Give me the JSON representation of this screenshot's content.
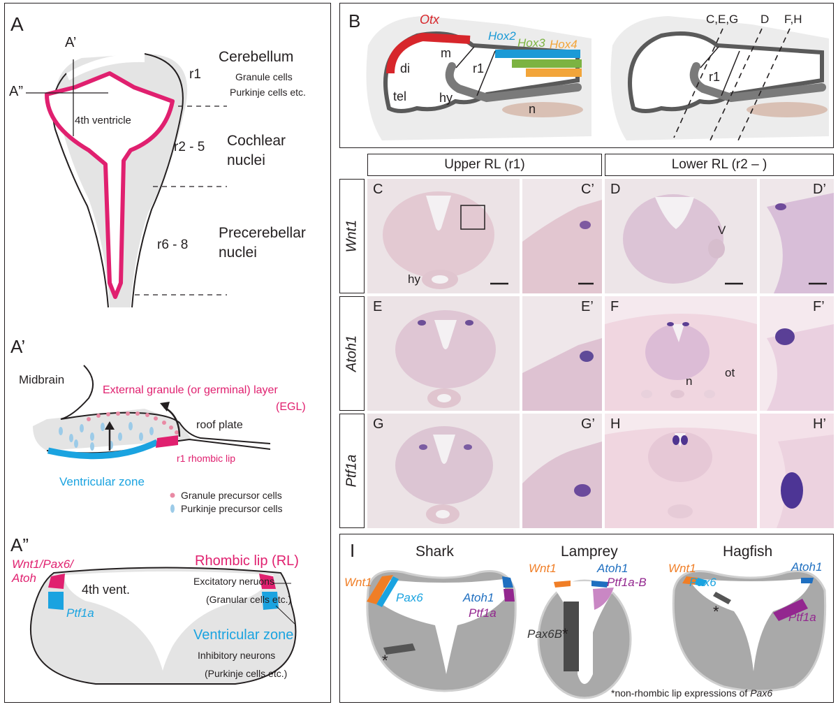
{
  "panelA": {
    "letter": "A",
    "cut_a1": "A’",
    "cut_a2": "A”",
    "r1": "r1",
    "r25": "r2 - 5",
    "r68": "r6 - 8",
    "ventricle": "4th ventricle",
    "cerebellum": "Cerebellum",
    "cerebellum_sub1": "Granule cells",
    "cerebellum_sub2": "Purkinje cells etc.",
    "cochlear1": "Cochlear",
    "cochlear2": "nuclei",
    "precereb1": "Precerebellar",
    "precereb2": "nuclei"
  },
  "panelA1": {
    "letter": "A’",
    "midbrain": "Midbrain",
    "egl1": "External granule (or germinal) layer",
    "egl2": "(EGL)",
    "roof": "roof plate",
    "rl": "r1 rhombic lip",
    "vz": "Ventricular zone",
    "legend_granule": "Granule precursor cells",
    "legend_purkinje": "Purkinje precursor cells"
  },
  "panelA2": {
    "letter": "A”",
    "genes1": "Wnt1/Pax6/",
    "genes2": "Atoh",
    "vent": "4th vent.",
    "ptf": "Ptf1a",
    "rl_title": "Rhombic lip (RL)",
    "rl_sub1": "Excitatory neruons",
    "rl_sub2": "(Granular cells etc.)",
    "vz_title": "Ventricular zone",
    "vz_sub1": "Inhibitory neurons",
    "vz_sub2": "(Purkinje cells etc.)"
  },
  "panelB": {
    "letter": "B",
    "otx": "Otx",
    "hox2": "Hox2",
    "hox3": "Hox3",
    "hox4": "Hox4",
    "di": "di",
    "tel": "tel",
    "m": "m",
    "hy": "hy",
    "r1": "r1",
    "n": "n",
    "r1b": "r1",
    "cut1": "C,E,G",
    "cut2": "D",
    "cut3": "F,H",
    "colors": {
      "otx": "#d7262b",
      "hox2": "#1b9ad6",
      "hox3": "#7cb342",
      "hox4": "#f2a53a",
      "notochord": "#d9c0b4",
      "tissue": "#808080"
    }
  },
  "sections": {
    "upper": "Upper RL (r1)",
    "lower": "Lower RL (r2 – )",
    "genes": [
      "Wnt1",
      "Atoh1",
      "Ptf1a"
    ],
    "labels": {
      "C": "C",
      "C2": "C’",
      "D": "D",
      "D2": "D’",
      "E": "E",
      "E2": "E’",
      "F": "F",
      "F2": "F’",
      "G": "G",
      "G2": "G’",
      "H": "H",
      "H2": "H’"
    },
    "hy": "hy",
    "V": "V",
    "n": "n",
    "ot": "ot"
  },
  "panelI": {
    "letter": "I",
    "shark": {
      "title": "Shark",
      "wnt": "Wnt1",
      "pax": "Pax6",
      "atoh": "Atoh1",
      "ptf": "Ptf1a",
      "star": "*"
    },
    "lamprey": {
      "title": "Lamprey",
      "wnt": "Wnt1",
      "atoh": "Atoh1",
      "ptf": "Ptf1a-B",
      "pax": "Pax6B",
      "star": "*"
    },
    "hagfish": {
      "title": "Hagfish",
      "wnt": "Wnt1",
      "pax": "Pax6",
      "atoh": "Atoh1",
      "ptf": "Ptf1a",
      "star": "*"
    },
    "footnote_pre": "*non-rhombic lip expressions of ",
    "footnote_gene": "Pax6"
  },
  "colors": {
    "magenta": "#e0206f",
    "cyan": "#1aa3e0",
    "orange": "#f07e26",
    "blue": "#1f6fc0",
    "purple": "#93278f",
    "gray": "#c8c8c8"
  }
}
